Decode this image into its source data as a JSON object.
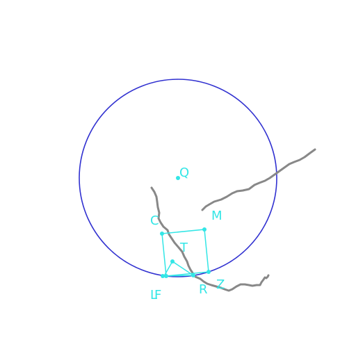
{
  "colors": {
    "circle": "#3030d0",
    "polygon": "#33e6e6",
    "curve": "#888888",
    "label": "#33e6e6",
    "background": "#ffffff"
  },
  "labels": {
    "Q": "Q",
    "M": "M",
    "C": "C",
    "T": "T",
    "L": "L",
    "F": "F",
    "R": "R",
    "Z": "Z"
  }
}
